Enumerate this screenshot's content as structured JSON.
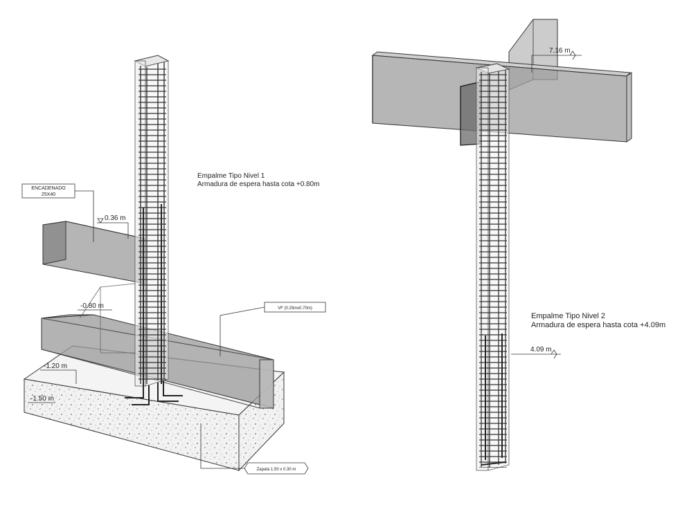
{
  "left": {
    "caption_title": "Empalme Tipo Nivel 1",
    "caption_sub": "Armadura de espera hasta cota +0.80m",
    "tag_beam_1": "ENCADENADO",
    "tag_beam_2": "25X40",
    "tag_vf": "VF (0.25mx0.70m)",
    "tag_footing": "Zapata 1.50 x 0.30 m",
    "level_036": "0.36 m",
    "level_080": "-0.80 m",
    "level_120": "-1.20 m",
    "level_150": "-1.50 m"
  },
  "right": {
    "caption_title": "Empalme Tipo Nivel 2",
    "caption_sub": "Armadura de espera hasta cota +4.09m",
    "level_716": "7.16 m",
    "level_409": "4.09 m"
  }
}
